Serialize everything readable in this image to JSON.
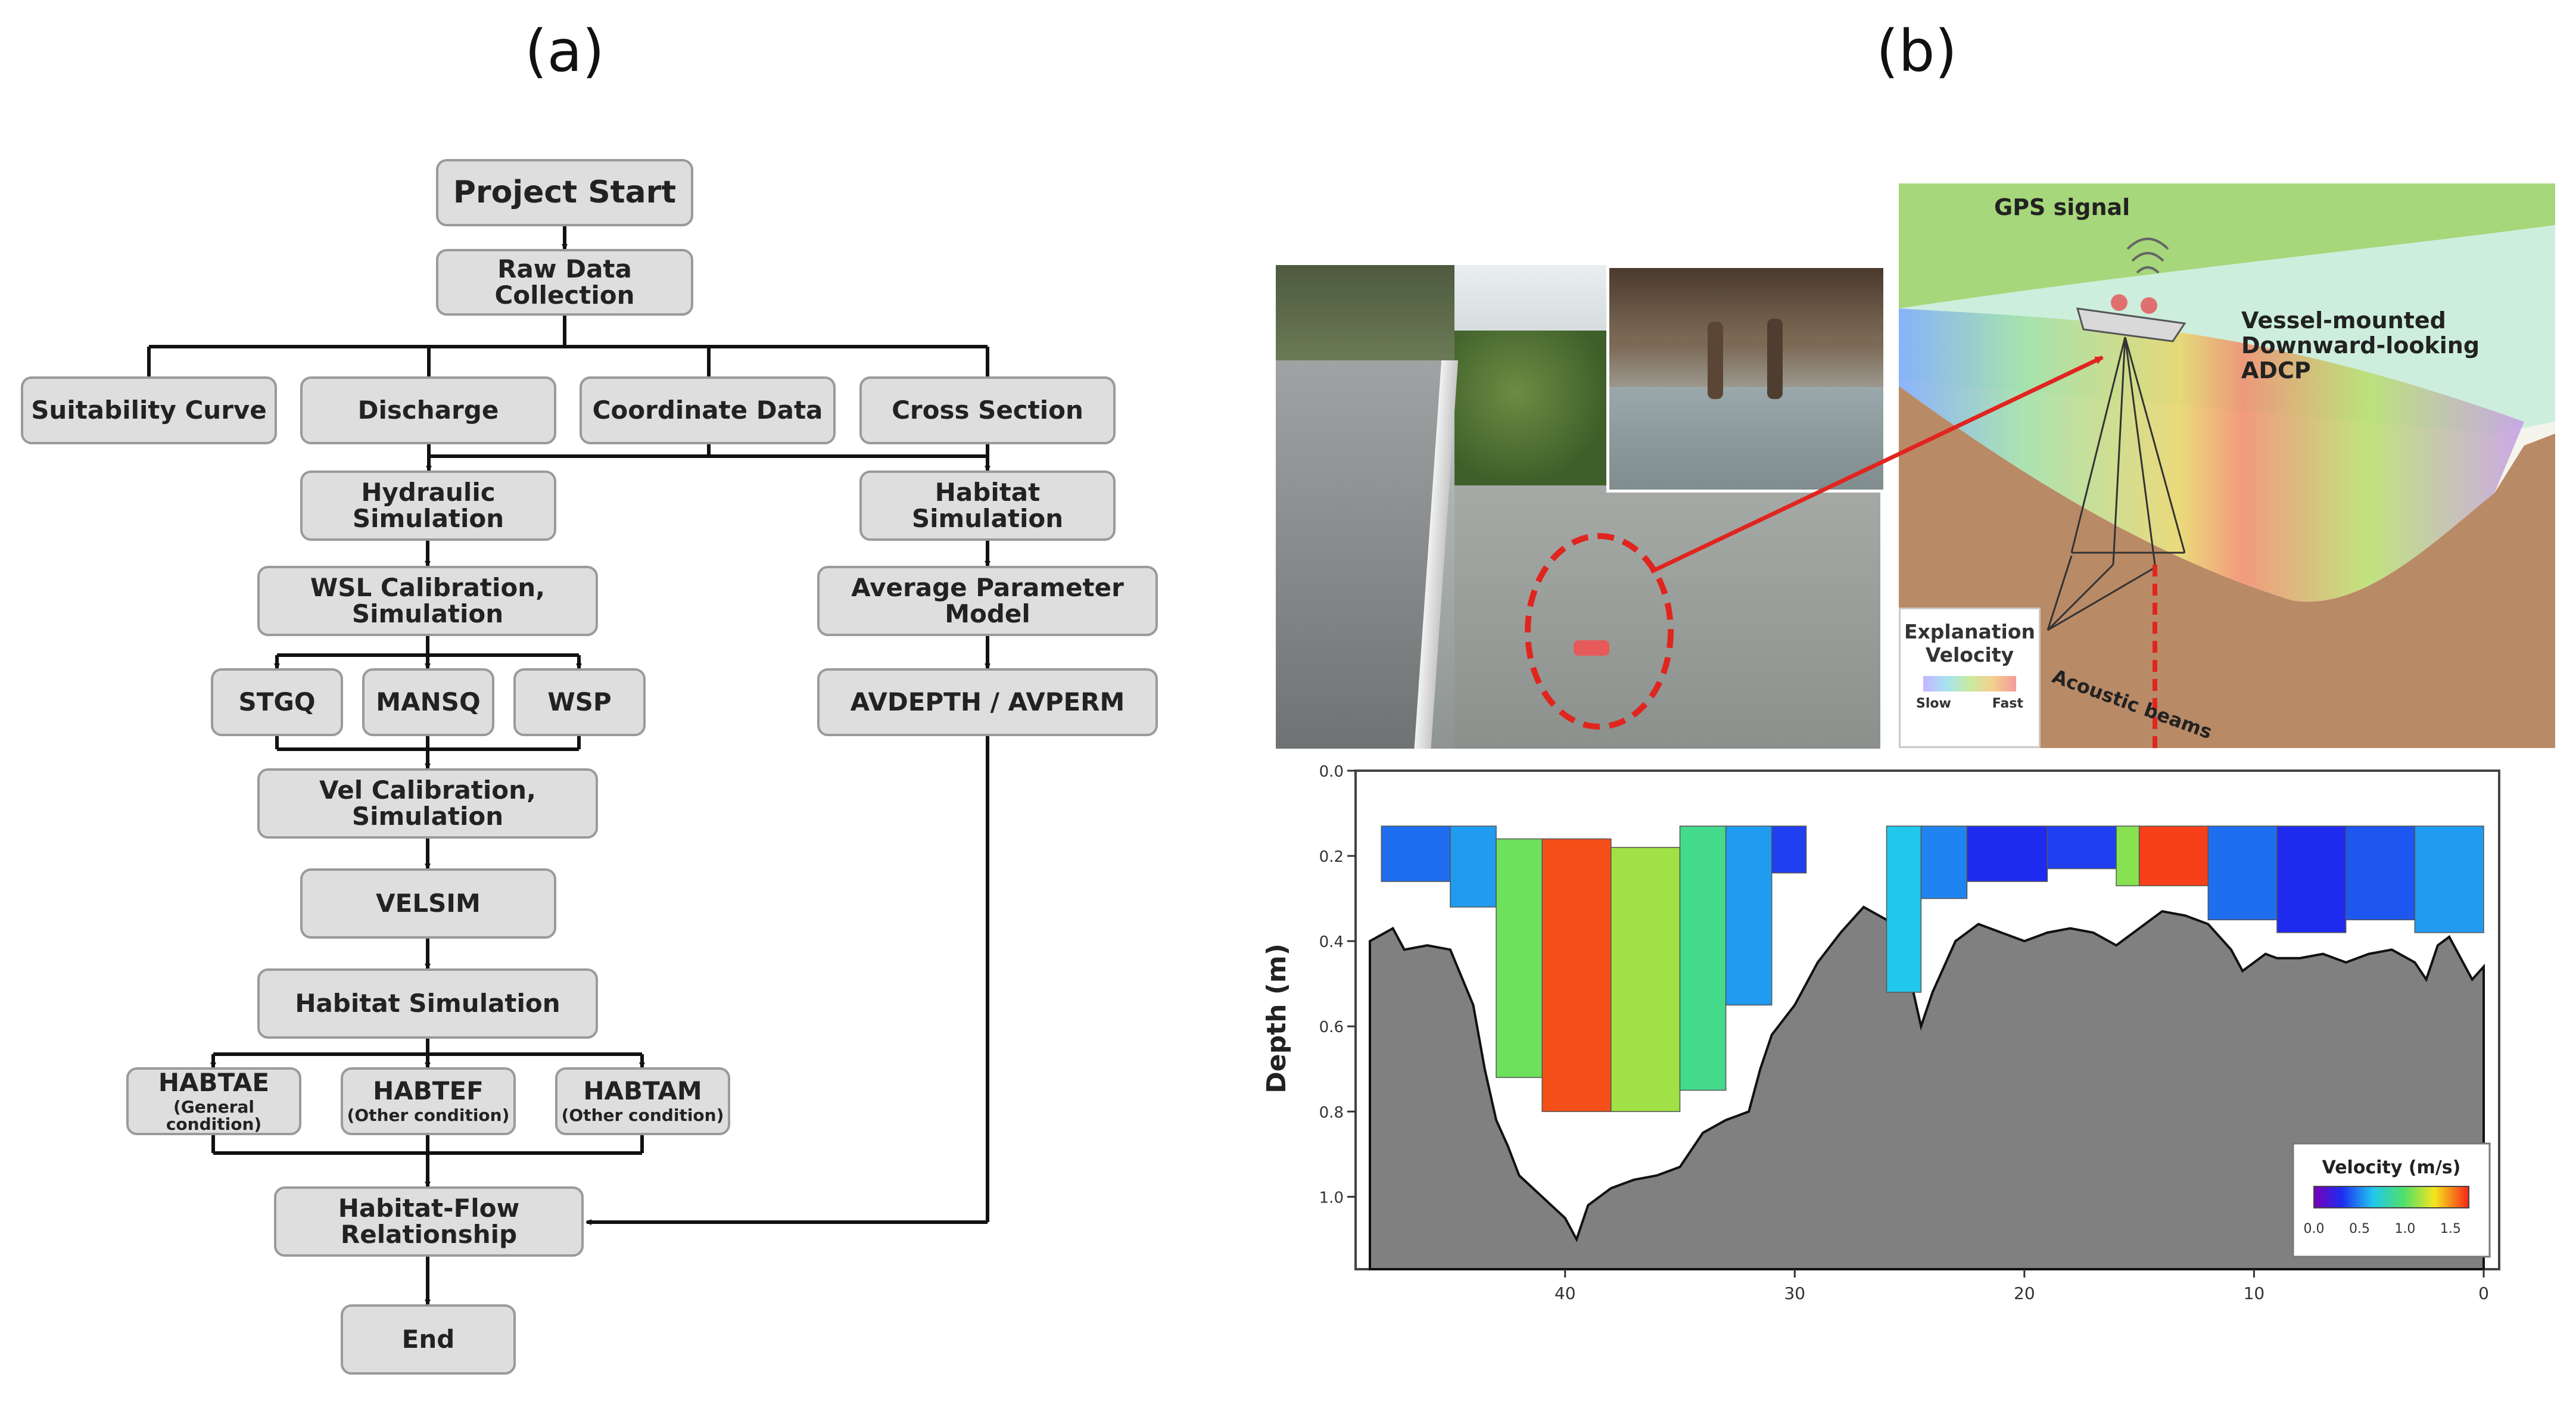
{
  "panels": {
    "a_label": "(a)",
    "b_label": "(b)"
  },
  "flowchart": {
    "project_start": "Project Start",
    "raw_data": "Raw Data Collection",
    "suitability_curve": "Suitability Curve",
    "discharge": "Discharge",
    "coordinate_data": "Coordinate Data",
    "cross_section": "Cross Section",
    "hydraulic_simulation": "Hydraulic Simulation",
    "habitat_simulation_right": "Habitat Simulation",
    "wsl_calibration": "WSL Calibration, Simulation",
    "average_parameter_model": "Average Parameter Model",
    "stgq": "STGQ",
    "mansq": "MANSQ",
    "wsp": "WSP",
    "avdepth_avperm": "AVDEPTH / AVPERM",
    "vel_calibration": "Vel Calibration, Simulation",
    "velsim": "VELSIM",
    "habitat_simulation": "Habitat Simulation",
    "habtae": "HABTAE",
    "habtae_sub": "(General condition)",
    "habtef": "HABTEF",
    "habtef_sub": "(Other condition)",
    "habtam": "HABTAM",
    "habtam_sub": "(Other condition)",
    "habitat_flow": "Habitat-Flow Relationship",
    "end": "End"
  },
  "adcp": {
    "gps_signal": "GPS signal",
    "vessel_line1": "Vessel-mounted",
    "vessel_line2": "Downward-looking",
    "vessel_line3": "ADCP",
    "acoustic_beams": "Acoustic beams",
    "legend_title1": "Explanation",
    "legend_title2": "Velocity",
    "legend_slow": "Slow",
    "legend_fast": "Fast"
  },
  "profile_chart": {
    "ylabel": "Depth (m)",
    "y_ticks": [
      "0.0",
      "0.2",
      "0.4",
      "0.6",
      "0.8",
      "1.0"
    ],
    "x_ticks": [
      "40",
      "30",
      "20",
      "10",
      "0"
    ],
    "legend_title": "Velocity (m/s)",
    "legend_ticks": [
      "0.0",
      "0.5",
      "1.0",
      "1.5"
    ]
  },
  "chart_data": {
    "type": "heatmap",
    "title": "",
    "xlabel": "",
    "ylabel": "Depth (m)",
    "xlim": [
      48.5,
      0
    ],
    "ylim": [
      1.17,
      0
    ],
    "x_ticks": [
      40,
      30,
      20,
      10,
      0
    ],
    "y_ticks": [
      0.0,
      0.2,
      0.4,
      0.6,
      0.8,
      1.0
    ],
    "colorbar": {
      "label": "Velocity (m/s)",
      "range": [
        0,
        1.7
      ],
      "ticks": [
        0.0,
        0.5,
        1.0,
        1.5
      ]
    },
    "bed_profile": {
      "x": [
        48.5,
        47.5,
        47,
        46,
        45,
        44,
        43.5,
        43,
        42.5,
        42,
        41,
        40,
        39.5,
        39,
        38,
        37,
        36,
        35,
        34,
        33,
        32,
        31.5,
        31,
        30,
        29,
        28,
        27,
        26,
        25,
        24.5,
        24,
        23,
        22,
        21,
        20,
        19,
        18,
        17,
        16,
        15,
        14,
        13,
        12,
        11,
        10.5,
        10,
        9.5,
        9,
        8,
        7,
        6,
        5,
        4,
        3,
        2.5,
        2,
        1.5,
        1,
        0.5,
        0
      ],
      "depth": [
        0.4,
        0.37,
        0.42,
        0.41,
        0.42,
        0.55,
        0.7,
        0.82,
        0.88,
        0.95,
        1.0,
        1.05,
        1.1,
        1.02,
        0.98,
        0.96,
        0.95,
        0.93,
        0.85,
        0.82,
        0.8,
        0.7,
        0.62,
        0.55,
        0.45,
        0.38,
        0.32,
        0.35,
        0.48,
        0.6,
        0.52,
        0.4,
        0.36,
        0.38,
        0.4,
        0.38,
        0.37,
        0.38,
        0.41,
        0.37,
        0.33,
        0.34,
        0.36,
        0.42,
        0.47,
        0.45,
        0.43,
        0.44,
        0.44,
        0.43,
        0.45,
        0.43,
        0.42,
        0.45,
        0.49,
        0.41,
        0.39,
        0.44,
        0.49,
        0.46
      ]
    },
    "velocity_segments": [
      {
        "x_from": 48.0,
        "x_to": 45.0,
        "depth_from": 0.13,
        "depth_to": 0.26,
        "velocity": 0.45
      },
      {
        "x_from": 45.0,
        "x_to": 43.0,
        "depth_from": 0.13,
        "depth_to": 0.32,
        "velocity": 0.55
      },
      {
        "x_from": 43.0,
        "x_to": 41.0,
        "depth_from": 0.16,
        "depth_to": 0.72,
        "velocity": 1.05
      },
      {
        "x_from": 41.0,
        "x_to": 38.0,
        "depth_from": 0.16,
        "depth_to": 0.8,
        "velocity": 1.62
      },
      {
        "x_from": 38.0,
        "x_to": 35.0,
        "depth_from": 0.18,
        "depth_to": 0.8,
        "velocity": 1.15
      },
      {
        "x_from": 35.0,
        "x_to": 33.0,
        "depth_from": 0.13,
        "depth_to": 0.75,
        "velocity": 0.9
      },
      {
        "x_from": 33.0,
        "x_to": 31.0,
        "depth_from": 0.13,
        "depth_to": 0.55,
        "velocity": 0.55
      },
      {
        "x_from": 31.0,
        "x_to": 29.5,
        "depth_from": 0.13,
        "depth_to": 0.24,
        "velocity": 0.35
      },
      {
        "x_from": 26.0,
        "x_to": 24.5,
        "depth_from": 0.13,
        "depth_to": 0.52,
        "velocity": 0.65
      },
      {
        "x_from": 24.5,
        "x_to": 22.5,
        "depth_from": 0.13,
        "depth_to": 0.3,
        "velocity": 0.5
      },
      {
        "x_from": 22.5,
        "x_to": 19.0,
        "depth_from": 0.13,
        "depth_to": 0.26,
        "velocity": 0.3
      },
      {
        "x_from": 19.0,
        "x_to": 16.0,
        "depth_from": 0.13,
        "depth_to": 0.23,
        "velocity": 0.35
      },
      {
        "x_from": 16.0,
        "x_to": 15.0,
        "depth_from": 0.13,
        "depth_to": 0.27,
        "velocity": 1.1
      },
      {
        "x_from": 15.0,
        "x_to": 12.0,
        "depth_from": 0.13,
        "depth_to": 0.27,
        "velocity": 1.65
      },
      {
        "x_from": 12.0,
        "x_to": 9.0,
        "depth_from": 0.13,
        "depth_to": 0.35,
        "velocity": 0.45
      },
      {
        "x_from": 9.0,
        "x_to": 6.0,
        "depth_from": 0.13,
        "depth_to": 0.38,
        "velocity": 0.3
      },
      {
        "x_from": 6.0,
        "x_to": 3.0,
        "depth_from": 0.13,
        "depth_to": 0.35,
        "velocity": 0.4
      },
      {
        "x_from": 3.0,
        "x_to": 0.0,
        "depth_from": 0.13,
        "depth_to": 0.38,
        "velocity": 0.55
      }
    ]
  },
  "colors": {
    "box_fill": "#dedede",
    "box_border": "#9a9a9a",
    "arrow_red": "#e0251f",
    "bed_fill": "#808080",
    "water_light": "#cdeedd",
    "bank": "#b98a66"
  }
}
